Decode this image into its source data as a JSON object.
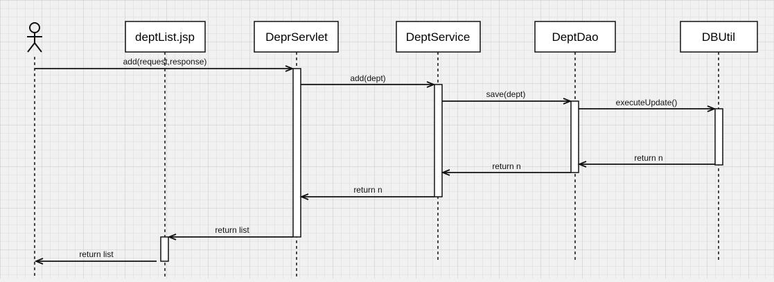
{
  "diagram": {
    "type": "sequence",
    "actor": {
      "label": ""
    },
    "participants": [
      {
        "id": "jsp",
        "label": "deptList.jsp"
      },
      {
        "id": "servlet",
        "label": "DeprServlet"
      },
      {
        "id": "service",
        "label": "DeptService"
      },
      {
        "id": "dao",
        "label": "DeptDao"
      },
      {
        "id": "util",
        "label": "DBUtil"
      }
    ],
    "messages": [
      {
        "from": "actor",
        "to": "servlet",
        "label": "add(request,response)",
        "kind": "call"
      },
      {
        "from": "servlet",
        "to": "service",
        "label": "add(dept)",
        "kind": "call"
      },
      {
        "from": "service",
        "to": "dao",
        "label": "save(dept)",
        "kind": "call"
      },
      {
        "from": "dao",
        "to": "util",
        "label": "executeUpdate()",
        "kind": "call"
      },
      {
        "from": "util",
        "to": "dao",
        "label": "return n",
        "kind": "return"
      },
      {
        "from": "dao",
        "to": "service",
        "label": "return n",
        "kind": "return"
      },
      {
        "from": "service",
        "to": "servlet",
        "label": "return n",
        "kind": "return"
      },
      {
        "from": "servlet",
        "to": "jsp",
        "label": "return list",
        "kind": "return"
      },
      {
        "from": "jsp",
        "to": "actor",
        "label": "return list",
        "kind": "return"
      }
    ]
  }
}
